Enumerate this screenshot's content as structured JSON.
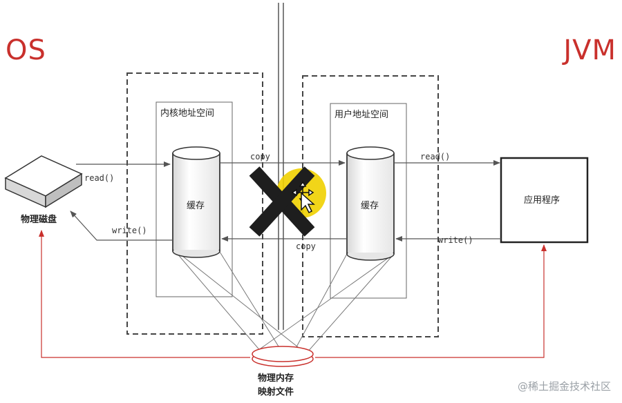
{
  "labels": {
    "os": "OS",
    "jvm": "JVM",
    "kernel_space": "内核地址空间",
    "user_space": "用户地址空间",
    "kernel_cache": "缓存",
    "user_cache": "缓存",
    "disk": "物理磁盘",
    "app": "应用程序",
    "mapped_file_line1": "物理内存",
    "mapped_file_line2": "映射文件",
    "read_disk": "read()",
    "write_disk": "write()",
    "copy_top": "copy",
    "copy_bottom": "copy",
    "read_app": "read()",
    "write_app": "write()"
  },
  "watermark": "@稀土掘金技术社区",
  "colors": {
    "accent_red": "#c9302c",
    "highlight_yellow": "#f0d000",
    "cross": "#1e1e1e",
    "line": "#555555"
  },
  "icons": {
    "cursor": "move-cursor-icon",
    "cross": "x-mark-icon"
  }
}
